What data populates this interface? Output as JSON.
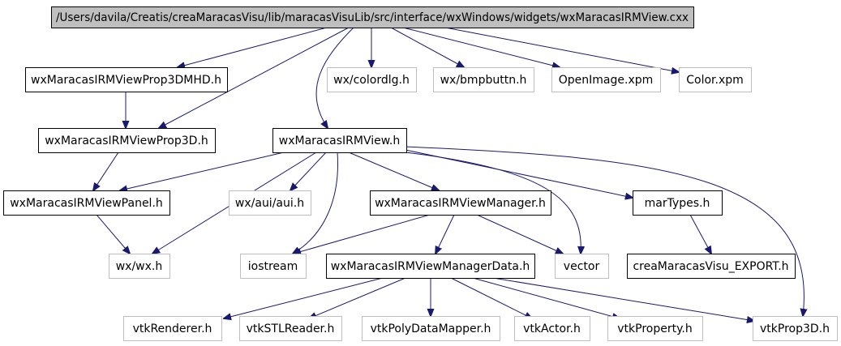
{
  "graph": {
    "colors": {
      "root_fill": "#bfbfbf",
      "solid_border": "#000000",
      "external_border": "#bfbfbf",
      "text": "#000000",
      "external_text": "#000000",
      "edge": "#191970"
    },
    "nodes": [
      {
        "id": "root",
        "label": "/Users/davila/Creatis/creaMaracasVisu/lib/maracasVisuLib/src/interface/wxWindows/widgets/wxMaracasIRMView.cxx",
        "kind": "root"
      },
      {
        "id": "prop3dmhd",
        "label": "wxMaracasIRMViewProp3DMHD.h",
        "kind": "header"
      },
      {
        "id": "colordlg",
        "label": "wx/colordlg.h",
        "kind": "external"
      },
      {
        "id": "bmpbuttn",
        "label": "wx/bmpbuttn.h",
        "kind": "external"
      },
      {
        "id": "openimage",
        "label": "OpenImage.xpm",
        "kind": "external"
      },
      {
        "id": "colorxpm",
        "label": "Color.xpm",
        "kind": "external"
      },
      {
        "id": "prop3d",
        "label": "wxMaracasIRMViewProp3D.h",
        "kind": "header"
      },
      {
        "id": "irmview",
        "label": "wxMaracasIRMView.h",
        "kind": "header"
      },
      {
        "id": "panel",
        "label": "wxMaracasIRMViewPanel.h",
        "kind": "header"
      },
      {
        "id": "aui",
        "label": "wx/aui/aui.h",
        "kind": "external"
      },
      {
        "id": "manager",
        "label": "wxMaracasIRMViewManager.h",
        "kind": "header"
      },
      {
        "id": "martypes",
        "label": "marTypes.h",
        "kind": "header"
      },
      {
        "id": "wxh",
        "label": "wx/wx.h",
        "kind": "external"
      },
      {
        "id": "iostream",
        "label": "iostream",
        "kind": "external"
      },
      {
        "id": "managerdata",
        "label": "wxMaracasIRMViewManagerData.h",
        "kind": "header"
      },
      {
        "id": "vector",
        "label": "vector",
        "kind": "external"
      },
      {
        "id": "export",
        "label": "creaMaracasVisu_EXPORT.h",
        "kind": "header"
      },
      {
        "id": "renderer",
        "label": "vtkRenderer.h",
        "kind": "external"
      },
      {
        "id": "stlreader",
        "label": "vtkSTLReader.h",
        "kind": "external"
      },
      {
        "id": "polydata",
        "label": "vtkPolyDataMapper.h",
        "kind": "external"
      },
      {
        "id": "actor",
        "label": "vtkActor.h",
        "kind": "external"
      },
      {
        "id": "property",
        "label": "vtkProperty.h",
        "kind": "external"
      },
      {
        "id": "prop3dvtk",
        "label": "vtkProp3D.h",
        "kind": "external"
      }
    ],
    "edges": [
      {
        "from": "root",
        "to": "prop3dmhd"
      },
      {
        "from": "root",
        "to": "prop3d"
      },
      {
        "from": "root",
        "to": "colordlg"
      },
      {
        "from": "root",
        "to": "bmpbuttn"
      },
      {
        "from": "root",
        "to": "openimage"
      },
      {
        "from": "root",
        "to": "colorxpm"
      },
      {
        "from": "root",
        "to": "irmview"
      },
      {
        "from": "prop3dmhd",
        "to": "prop3d"
      },
      {
        "from": "prop3d",
        "to": "panel"
      },
      {
        "from": "irmview",
        "to": "panel"
      },
      {
        "from": "irmview",
        "to": "wxh"
      },
      {
        "from": "irmview",
        "to": "aui"
      },
      {
        "from": "irmview",
        "to": "iostream"
      },
      {
        "from": "irmview",
        "to": "manager"
      },
      {
        "from": "irmview",
        "to": "vector"
      },
      {
        "from": "irmview",
        "to": "martypes"
      },
      {
        "from": "irmview",
        "to": "prop3dvtk"
      },
      {
        "from": "panel",
        "to": "wxh"
      },
      {
        "from": "manager",
        "to": "iostream"
      },
      {
        "from": "manager",
        "to": "managerdata"
      },
      {
        "from": "manager",
        "to": "vector"
      },
      {
        "from": "martypes",
        "to": "export"
      },
      {
        "from": "managerdata",
        "to": "renderer"
      },
      {
        "from": "managerdata",
        "to": "stlreader"
      },
      {
        "from": "managerdata",
        "to": "polydata"
      },
      {
        "from": "managerdata",
        "to": "actor"
      },
      {
        "from": "managerdata",
        "to": "property"
      },
      {
        "from": "managerdata",
        "to": "prop3dvtk"
      }
    ]
  }
}
